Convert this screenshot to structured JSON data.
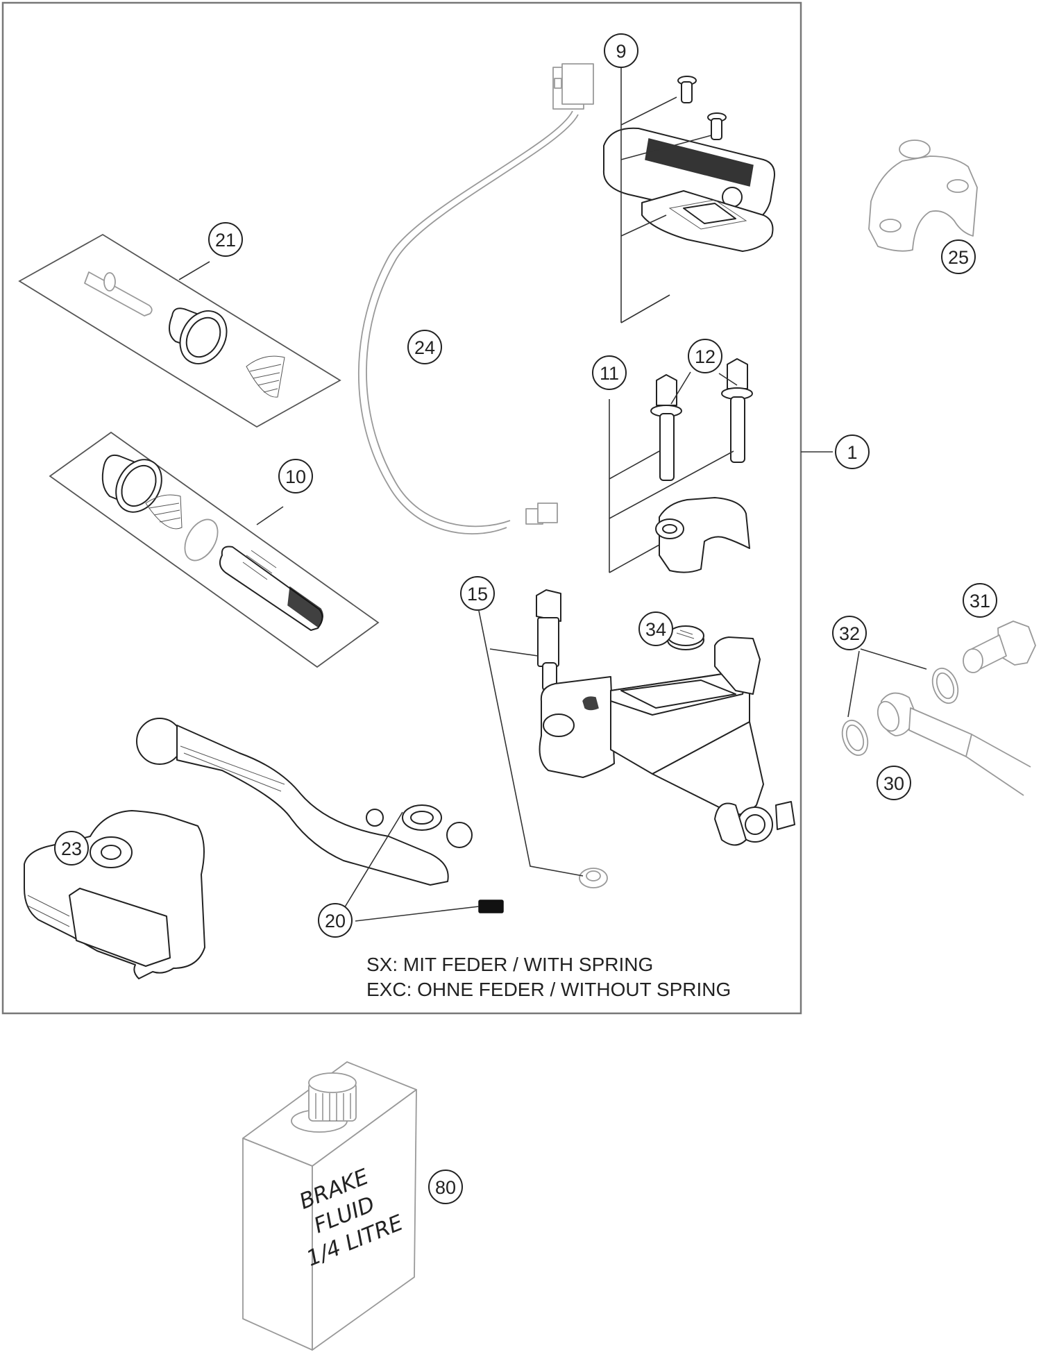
{
  "diagram": {
    "type": "exploded-parts-diagram",
    "subject": "Hand brake cylinder / brake master cylinder assembly",
    "callouts": [
      {
        "id": "c1",
        "label": "1"
      },
      {
        "id": "c9",
        "label": "9"
      },
      {
        "id": "c10",
        "label": "10"
      },
      {
        "id": "c11",
        "label": "11"
      },
      {
        "id": "c12",
        "label": "12"
      },
      {
        "id": "c15",
        "label": "15"
      },
      {
        "id": "c20",
        "label": "20"
      },
      {
        "id": "c21",
        "label": "21"
      },
      {
        "id": "c23",
        "label": "23"
      },
      {
        "id": "c24",
        "label": "24"
      },
      {
        "id": "c25",
        "label": "25"
      },
      {
        "id": "c30",
        "label": "30"
      },
      {
        "id": "c31",
        "label": "31"
      },
      {
        "id": "c32",
        "label": "32"
      },
      {
        "id": "c34",
        "label": "34"
      },
      {
        "id": "c80",
        "label": "80"
      }
    ],
    "note": {
      "line1": "SX: MIT FEDER / WITH SPRING",
      "line2": "EXC: OHNE FEDER / WITHOUT SPRING"
    },
    "bottle_label": {
      "line1": "BRAKE",
      "line2": "FLUID",
      "line3": "1/4 LITRE"
    }
  }
}
